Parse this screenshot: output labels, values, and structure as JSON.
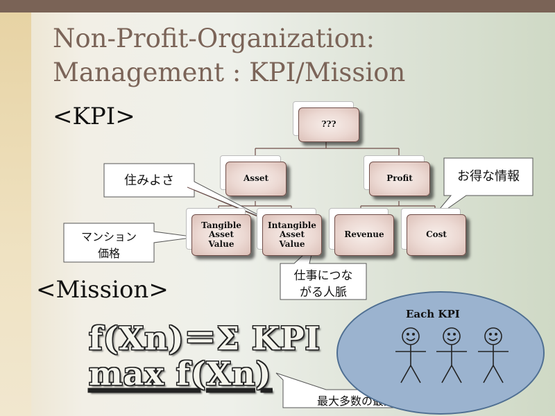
{
  "slide": {
    "title_line1": "Non-Profit-Organization:",
    "title_line2": "Management : KPI/Mission",
    "kpi_heading": "<KPI>",
    "mission_heading": "<Mission>"
  },
  "tree": {
    "root": "???",
    "level1": [
      "Asset",
      "Profit"
    ],
    "asset_children": [
      "Tangible Asset Value",
      "Intangible Asset Value"
    ],
    "profit_children": [
      "Revenue",
      "Cost"
    ]
  },
  "callouts": {
    "sumiyosa": "住みよさ",
    "otoku": "お得な情報",
    "mansion_line1": "マンション",
    "mansion_line2": "価格",
    "shigoto_line1": "仕事につな",
    "shigoto_line2": "がる人脈",
    "saidai": "最大多数の最大幸福のため"
  },
  "formula": {
    "line1": "f(Xn)＝Σ KPI",
    "line2": "max f(Xn)"
  },
  "oval": {
    "label": "Each KPI",
    "people_count": 3
  },
  "colors": {
    "title": "#7b6458",
    "top_bar": "#7a6356",
    "box_border": "#6f4d48",
    "oval_fill": "#9bb3cf",
    "oval_border": "#4f6f92"
  }
}
